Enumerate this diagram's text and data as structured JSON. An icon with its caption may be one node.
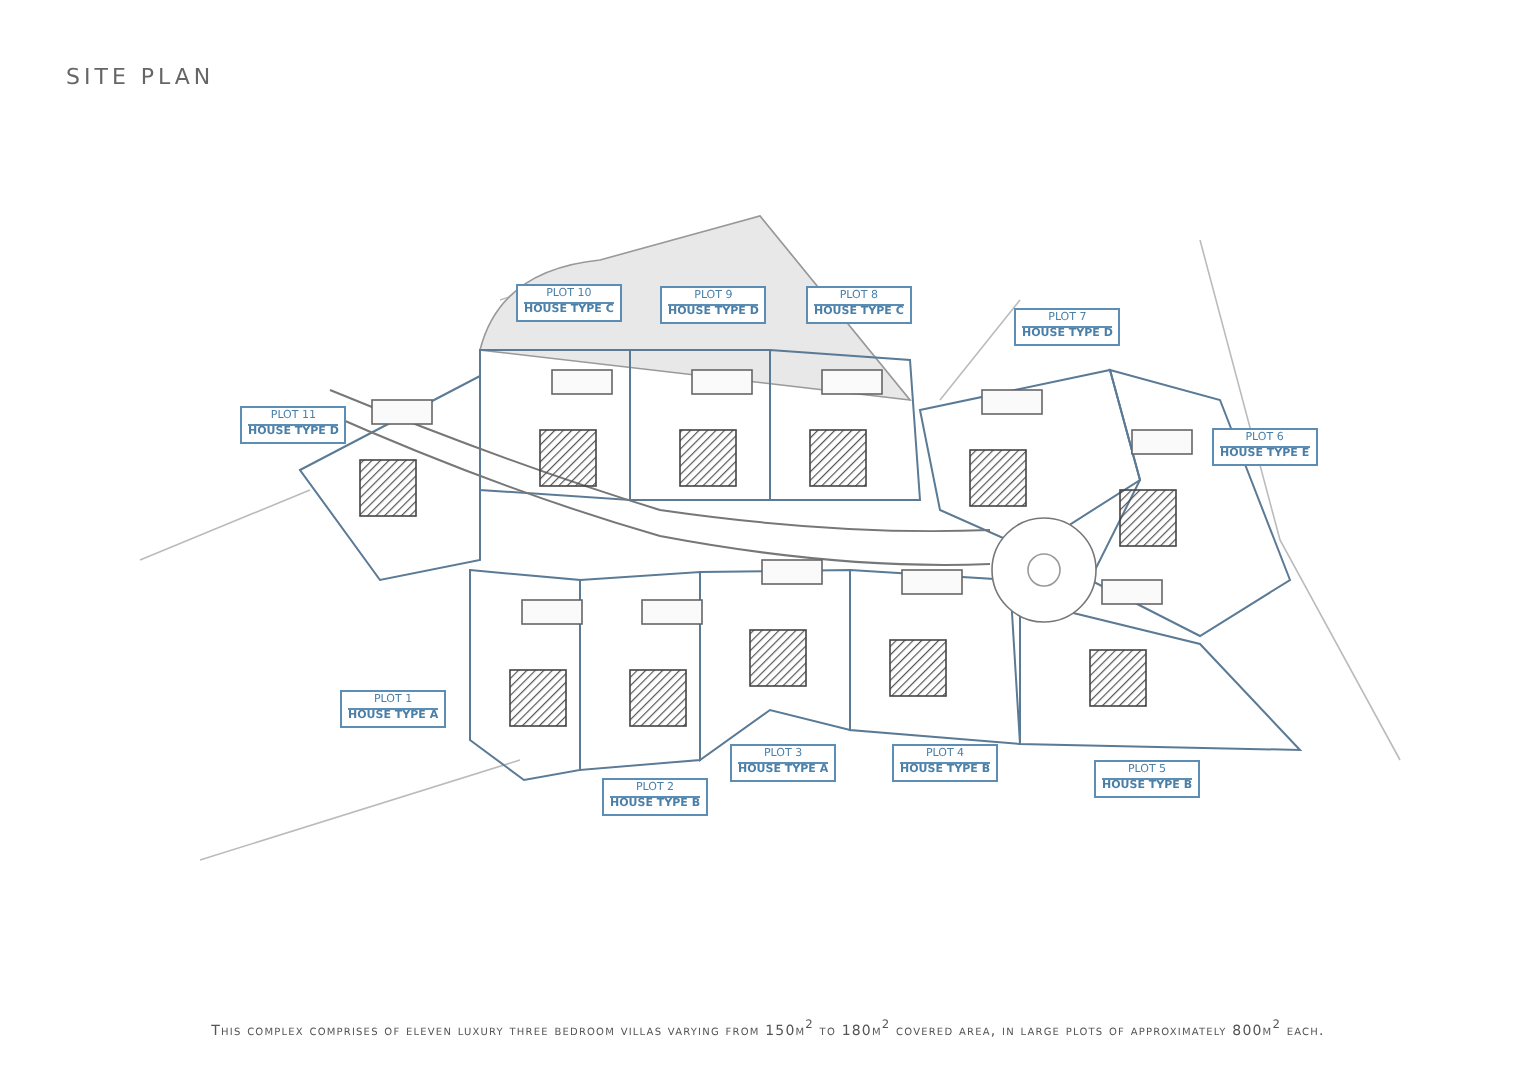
{
  "diagram": {
    "title": "SITE PLAN",
    "caption": "This complex comprises of eleven luxury three bedroom villas varying from 150m$^{2}$ to 180m$^{2}$ covered area, in large plots of approximately 800m$^{2}$ each.",
    "nodes": [
      {
        "text": [
          "PLOT 10",
          "HOUSE TYPE C"
        ]
      },
      {
        "text": [
          "PLOT 9",
          "HOUSE TYPE D"
        ]
      },
      {
        "text": [
          "PLOT 8",
          "HOUSE TYPE C"
        ]
      },
      {
        "text": [
          "PLOT 7",
          "HOUSE TYPE D"
        ]
      },
      {
        "text": [
          "PLOT 11",
          "HOUSE TYPE D"
        ]
      },
      {
        "text": [
          "PLOT 6",
          "HOUSE TYPE E"
        ]
      },
      {
        "text": [
          "PLOT 1",
          "HOUSE TYPE A"
        ]
      },
      {
        "text": [
          "PLOT 3",
          "HOUSE TYPE A"
        ]
      },
      {
        "text": [
          "PLOT 4",
          "HOUSE TYPE B"
        ]
      },
      {
        "text": [
          "PLOT 2",
          "HOUSE TYPE B"
        ]
      },
      {
        "text": [
          "PLOT 5",
          "HOUSE TYPE B"
        ]
      }
    ],
    "edges": []
  }
}
